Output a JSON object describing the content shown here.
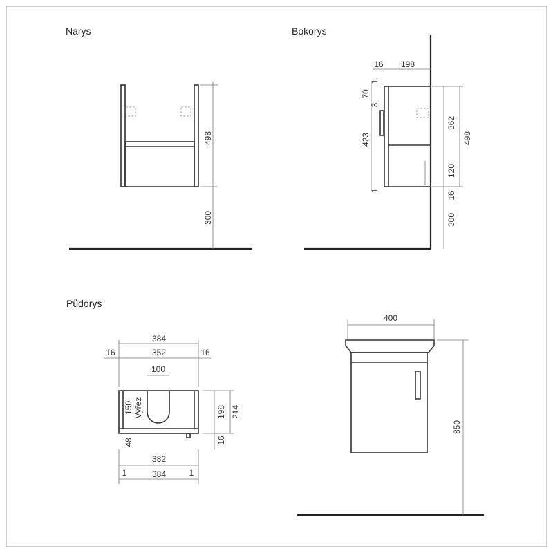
{
  "views": {
    "front": {
      "title": "Nárys",
      "dims": {
        "height": "498",
        "mount": "300"
      }
    },
    "side": {
      "title": "Bokorys",
      "dims": {
        "front": "16",
        "depth": "198",
        "top": "1",
        "d70": "70",
        "d3": "3",
        "d423": "423",
        "bottom": "1",
        "d362": "362",
        "d120": "120",
        "d16": "16",
        "height": "498",
        "mount": "300"
      }
    },
    "plan": {
      "title": "Půdorys",
      "dims": {
        "outer_top": "384",
        "inner": "352",
        "left16": "16",
        "right16": "16",
        "cutout_w": "100",
        "cutout_d": "150",
        "cutout_label": "Výřez",
        "d48": "48",
        "d198": "198",
        "d214": "214",
        "d16": "16",
        "d382": "382",
        "outer_bottom": "384",
        "left1": "1",
        "right1": "1"
      }
    },
    "iso": {
      "dims": {
        "width": "400",
        "height": "850"
      }
    }
  }
}
